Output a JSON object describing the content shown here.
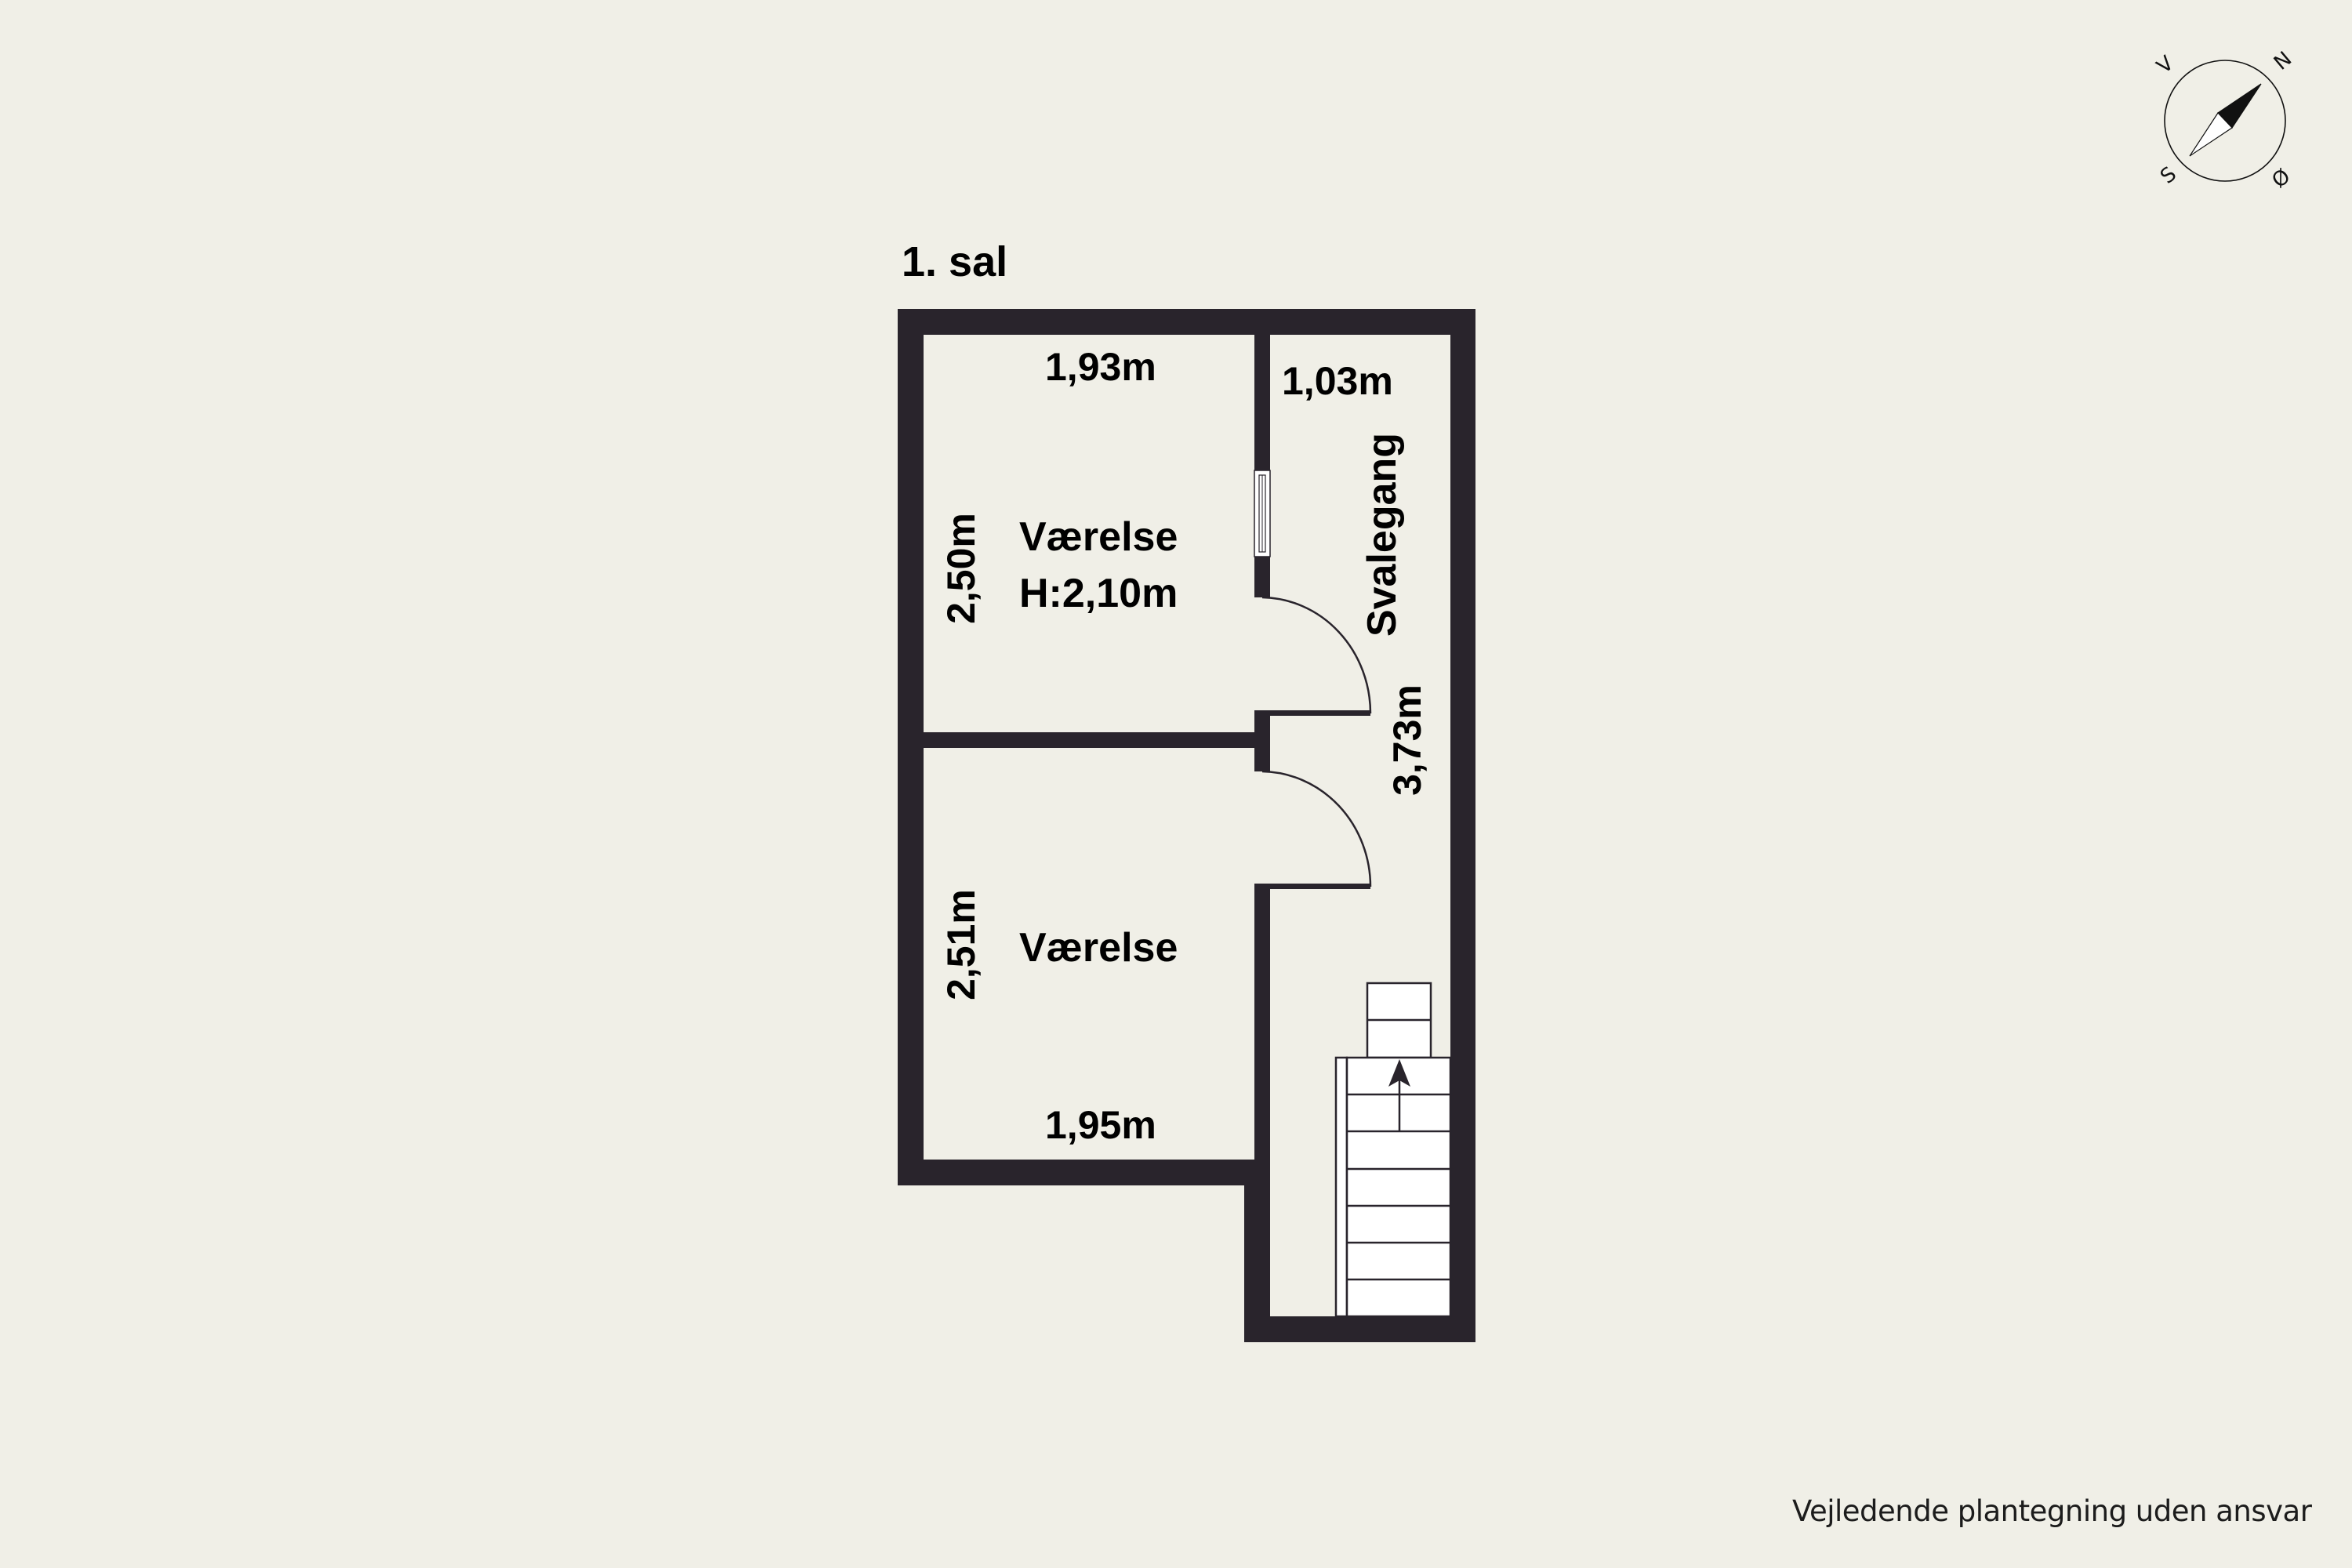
{
  "plan": {
    "floor_title": "1. sal",
    "disclaimer": "Vejledende plantegning uden ansvar",
    "colors": {
      "background": "#f0efe7",
      "wall": "#29242c",
      "stair_fill": "#ffffff",
      "text": "#000000"
    }
  },
  "compass": {
    "north": "N",
    "east": "Ø",
    "south": "S",
    "west": "V"
  },
  "rooms": [
    {
      "name": "Værelse",
      "height_label": "H:2,10m",
      "width_label": "1,93m",
      "depth_label": "2,50m"
    },
    {
      "name": "Værelse",
      "width_label": "1,95m",
      "depth_label": "2,51m"
    },
    {
      "name": "Svalegang",
      "width_label": "1,03m",
      "length_label": "3,73m"
    }
  ],
  "features": {
    "window_count": 1,
    "door_count": 2,
    "stair_direction": "up"
  }
}
